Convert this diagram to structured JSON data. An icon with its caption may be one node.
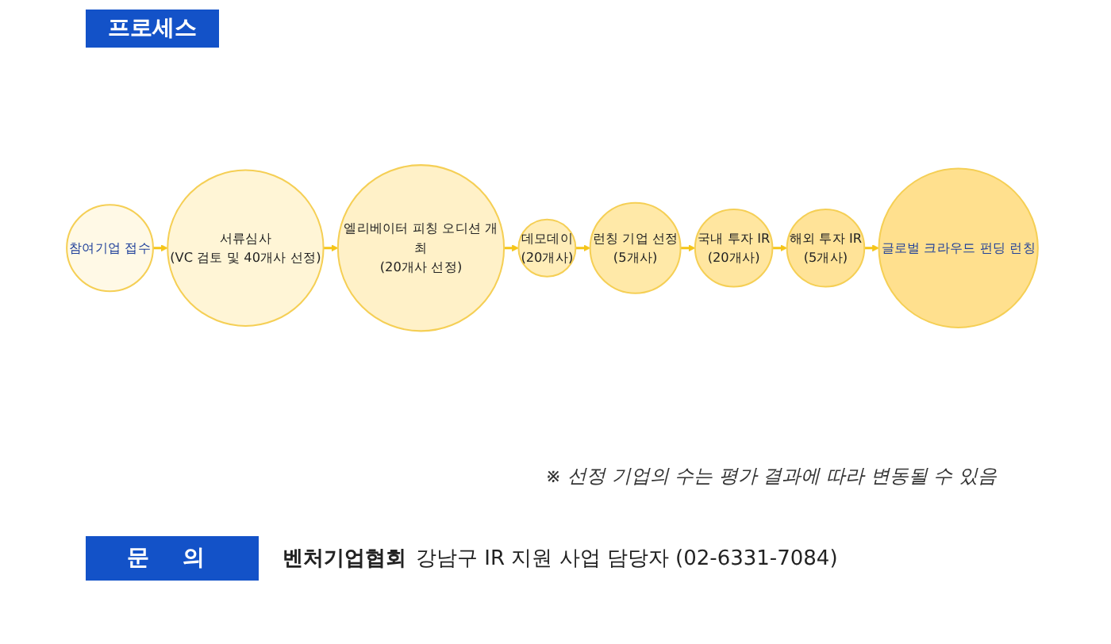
{
  "diagram": {
    "title": "프로세스",
    "nodes": [
      {
        "text": [
          "참여기업 접수"
        ]
      },
      {
        "text": [
          "서류심사",
          "(VC 검토 및 40개사 선정)"
        ]
      },
      {
        "text": [
          "엘리베이터 피칭 오디션 개최",
          "(20개사 선정)"
        ]
      },
      {
        "text": [
          "데모데이",
          "(20개사)"
        ]
      },
      {
        "text": [
          "런칭 기업 선정",
          "(5개사)"
        ]
      },
      {
        "text": [
          "국내 투자 IR",
          "(20개사)"
        ]
      },
      {
        "text": [
          "해외 투자 IR",
          "(5개사)"
        ]
      },
      {
        "text": [
          "글로벌 크라우드 펀딩 런칭"
        ]
      }
    ],
    "edges": [
      {
        "from": 0,
        "to": 1,
        "arrow": "to"
      },
      {
        "from": 1,
        "to": 2,
        "arrow": "to"
      },
      {
        "from": 2,
        "to": 3,
        "arrow": "to"
      },
      {
        "from": 3,
        "to": 4,
        "arrow": "to"
      },
      {
        "from": 4,
        "to": 5,
        "arrow": "to"
      },
      {
        "from": 5,
        "to": 6,
        "arrow": "to"
      },
      {
        "from": 6,
        "to": 7,
        "arrow": "to"
      }
    ],
    "labels": [
      "※ 선정 기업의 수는 평가 결과에 따라 변동될 수 있음",
      "문 의",
      "벤처기업협회",
      "강남구 IR 지원 사업 담당자 (02-6331-7084)"
    ]
  }
}
